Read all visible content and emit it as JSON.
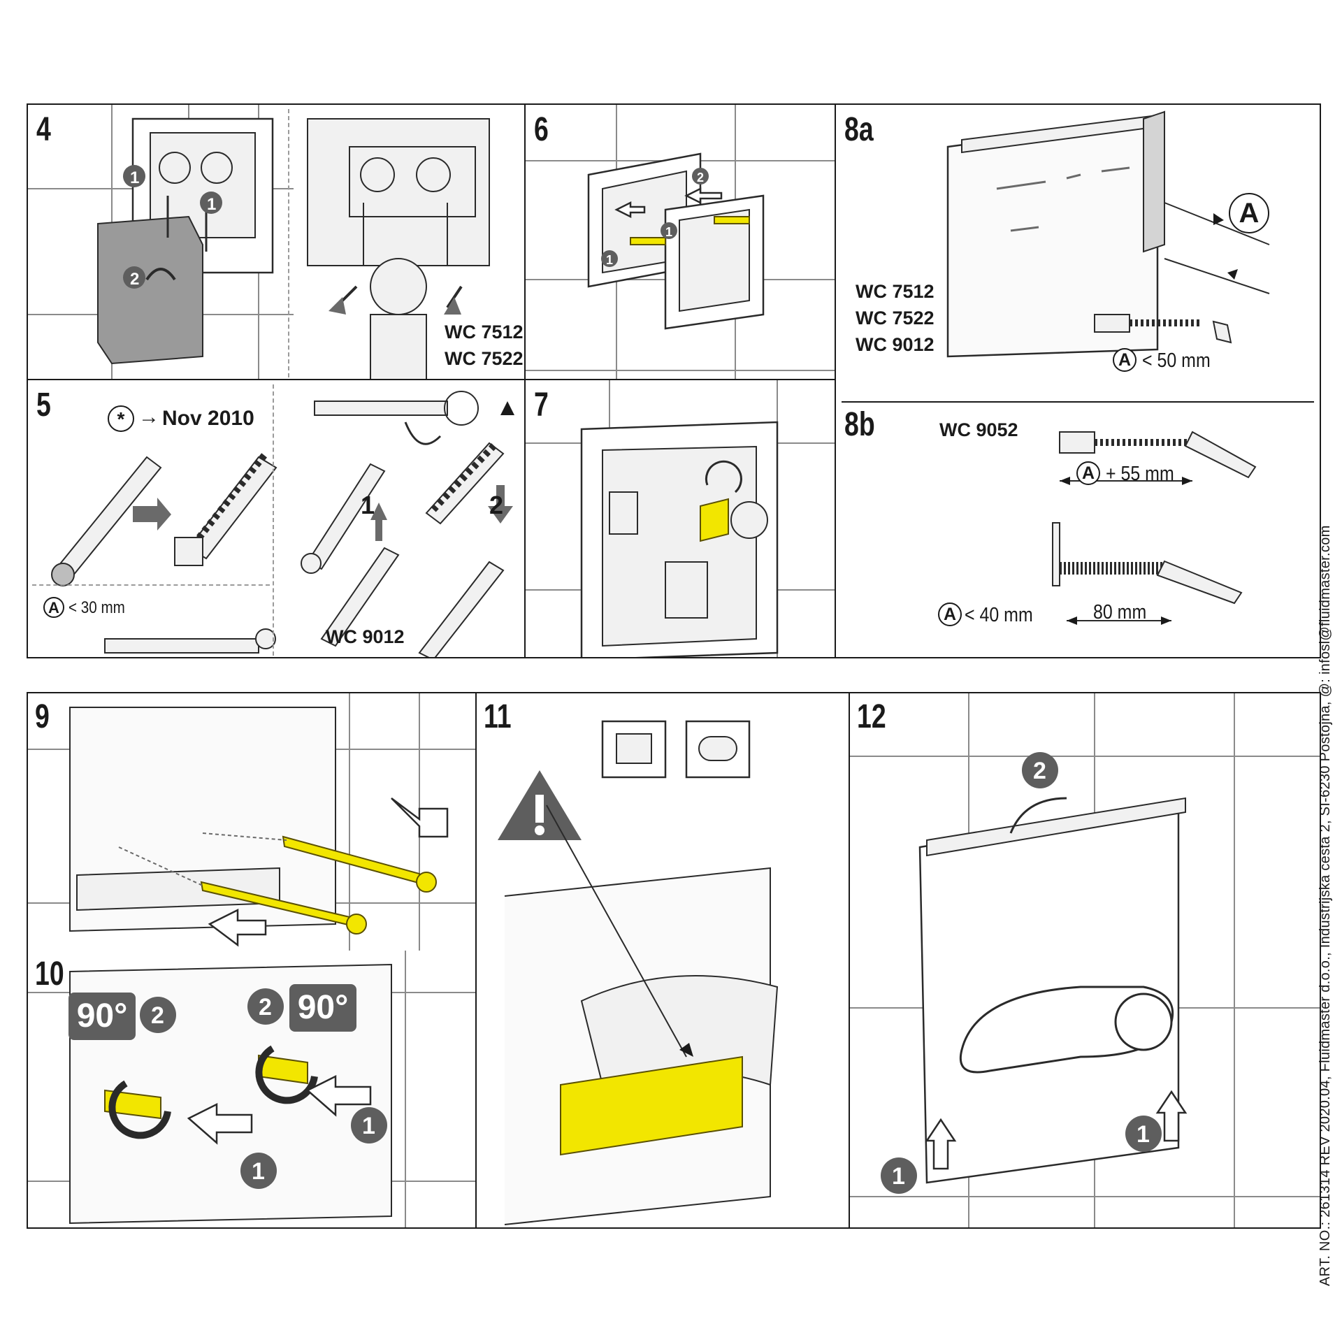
{
  "steps": {
    "s4": "4",
    "s5": "5",
    "s6": "6",
    "s7": "7",
    "s8a": "8a",
    "s8b": "8b",
    "s9": "9",
    "s10": "10",
    "s11": "11",
    "s12": "12"
  },
  "panel4": {
    "model_1": "WC 7512",
    "model_2": "WC 7522",
    "badge_1": "1",
    "badge_2": "2"
  },
  "panel5": {
    "date_label": "Nov 2010",
    "star": "*",
    "a_label": "A",
    "a_value": "< 30 mm",
    "up_num": "1",
    "down_num": "2",
    "model": "WC 9012"
  },
  "panel6": {
    "badge_1": "1",
    "badge_2": "2"
  },
  "panel8a": {
    "model_1": "WC 7512",
    "model_2": "WC 7522",
    "model_3": "WC 9012",
    "a_label": "A",
    "a_value": "< 50 mm"
  },
  "panel8b": {
    "model": "WC 9052",
    "a_label": "A",
    "a_plus": "+ 55 mm",
    "a_value": "< 40 mm",
    "dim": "80 mm"
  },
  "panel10": {
    "angle_left": "90°",
    "angle_right": "90°",
    "badge_1": "1",
    "badge_2": "2"
  },
  "panel12": {
    "badge_1": "1",
    "badge_2": "2"
  },
  "footer": {
    "side_text": "ART. NO.: 261314 REV 2020.04, Fluidmaster d.o.o., Industrijska cesta 2, SI-6230 Postojna, @: infosl@fluidmaster.com"
  },
  "colors": {
    "highlight": "#f2e600",
    "badge": "#5e5e5e",
    "line": "#1a1a1a"
  }
}
